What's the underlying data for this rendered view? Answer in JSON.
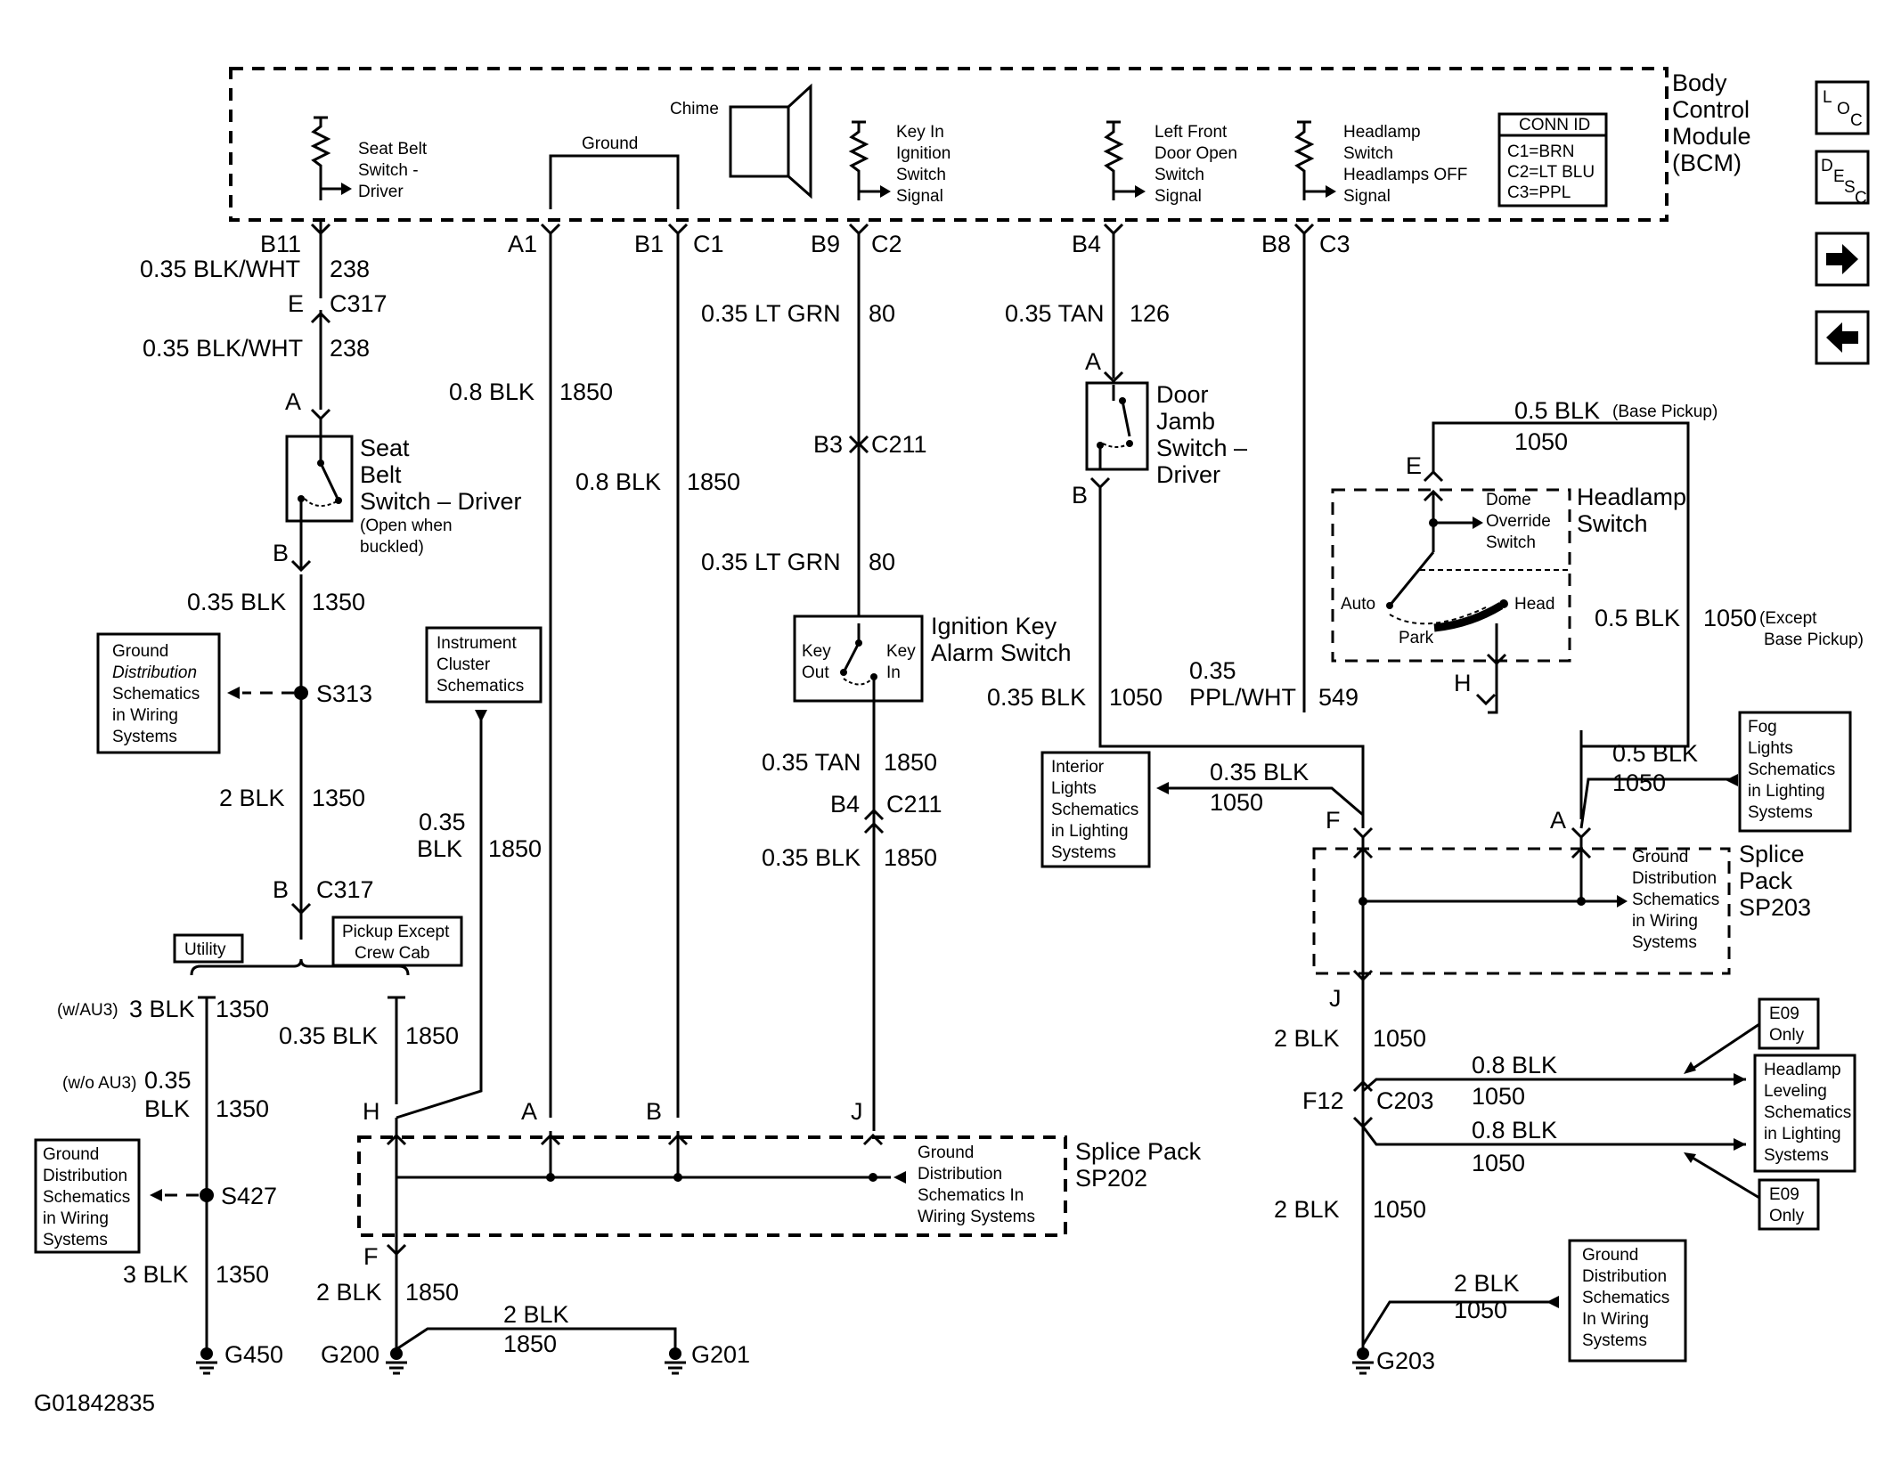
{
  "bcm": {
    "line1": "Body",
    "line2": "Control",
    "line3": "Module",
    "line4": "(BCM)"
  },
  "conn_id": {
    "title": "CONN ID",
    "c1": "C1=BRN",
    "c2": "C2=LT BLU",
    "c3": "C3=PPL"
  },
  "nav": {
    "loc": "LOC",
    "desc": "DESC"
  },
  "bcm_inputs": {
    "seat_belt": [
      "Seat Belt",
      "Switch -",
      "Driver"
    ],
    "ground": "Ground",
    "chime": "Chime",
    "key_in": [
      "Key In",
      "Ignition",
      "Switch",
      "Signal"
    ],
    "door": [
      "Left Front",
      "Door Open",
      "Switch",
      "Signal"
    ],
    "headlamp": [
      "Headlamp",
      "Switch",
      "Headlamps OFF",
      "Signal"
    ]
  },
  "pins": {
    "b11": "B11",
    "a1": "A1",
    "b1": "B1",
    "c1": "C1",
    "b9": "B9",
    "c2": "C2",
    "b4": "B4",
    "b8": "B8",
    "c3": "C3"
  },
  "circuit_left": {
    "w1": "0.35 BLK/WHT",
    "n1": "238",
    "pinE": "E",
    "c317": "C317",
    "w2": "0.35 BLK/WHT",
    "n2": "238",
    "pinA": "A",
    "switch": [
      "Seat",
      "Belt",
      "Switch – Driver"
    ],
    "switch_note": [
      "(Open when",
      "buckled)"
    ],
    "pinB": "B",
    "w3": "0.35 BLK",
    "n3": "1350",
    "s313": "S313",
    "gd1": [
      "Ground",
      "Distribution",
      "Schematics",
      "in Wiring",
      "Systems"
    ],
    "w4": "2 BLK",
    "n4": "1350",
    "pinB2": "B",
    "c317b": "C317",
    "utility": "Utility",
    "pickup": [
      "Pickup Except",
      "Crew Cab"
    ],
    "w5_opt": "(w/AU3)",
    "w5": "3 BLK",
    "n5": "1350",
    "w6_opt": "(w/o AU3)",
    "w6a": "0.35",
    "w6b": "BLK",
    "n6": "1350",
    "gd2": [
      "Ground",
      "Distribution",
      "Schematics",
      "in Wiring",
      "Systems"
    ],
    "s427": "S427",
    "w7": "3 BLK",
    "n7": "1350",
    "g450": "G450"
  },
  "circuit_mid": {
    "w1": "0.8 BLK",
    "n1": "1850",
    "w2": "0.8 BLK",
    "n2": "1850",
    "ic": [
      "Instrument",
      "Cluster",
      "Schematics"
    ],
    "w3a": "0.35",
    "w3b": "BLK",
    "n3": "1850",
    "w4": "0.35 BLK",
    "n4": "1850",
    "pinH": "H",
    "pinA": "A",
    "pinB": "B",
    "pinJ": "J",
    "pinF": "F",
    "sp202": [
      "Splice Pack",
      "SP202"
    ],
    "gd3": [
      "Ground",
      "Distribution",
      "Schematics In",
      "Wiring Systems"
    ],
    "w5": "2 BLK",
    "n5": "1850",
    "w6": "2 BLK",
    "n6": "1850",
    "g200": "G200",
    "g201": "G201"
  },
  "circuit_key": {
    "w1": "0.35 LT GRN",
    "n1": "80",
    "b3": "B3",
    "c211": "C211",
    "w2": "0.35 LT GRN",
    "n2": "80",
    "switch": [
      "Ignition Key",
      "Alarm Switch"
    ],
    "key_out": [
      "Key",
      "Out"
    ],
    "key_in": [
      "Key",
      "In"
    ],
    "w3": "0.35 TAN",
    "n3": "1850",
    "b4": "B4",
    "c211b": "C211",
    "w4": "0.35 BLK",
    "n4": "1850"
  },
  "circuit_door": {
    "w1": "0.35 TAN",
    "n1": "126",
    "pinA": "A",
    "switch": [
      "Door",
      "Jamb",
      "Switch –",
      "Driver"
    ],
    "pinB": "B",
    "w2": "0.35 BLK",
    "n2": "1050",
    "w3a": "0.35",
    "w3b": "PPL/WHT",
    "n3": "549"
  },
  "circuit_right": {
    "w1": "0.5 BLK",
    "w1_note": "(Base Pickup)",
    "n1": "1050",
    "pinE": "E",
    "dome": [
      "Dome",
      "Override",
      "Switch"
    ],
    "hs": [
      "Headlamp",
      "Switch"
    ],
    "auto": "Auto",
    "park": "Park",
    "head": "Head",
    "pinH": "H",
    "w2": "0.5 BLK",
    "n2": "1050",
    "w2_note": [
      "(Except",
      "Base Pickup)"
    ],
    "il": [
      "Interior",
      "Lights",
      "Schematics",
      "in Lighting",
      "Systems"
    ],
    "w3": "0.35 BLK",
    "n3": "1050",
    "pinF": "F",
    "pinA": "A",
    "w4": "0.5 BLK",
    "n4": "1050",
    "fog": [
      "Fog",
      "Lights",
      "Schematics",
      "in Lighting",
      "Systems"
    ],
    "sp203": [
      "Splice",
      "Pack",
      "SP203"
    ],
    "gd4": [
      "Ground",
      "Distribution",
      "Schematics",
      "in Wiring",
      "Systems"
    ],
    "pinJ": "J",
    "w5": "2 BLK",
    "n5": "1050",
    "f12": "F12",
    "c203": "C203",
    "w6": "0.8 BLK",
    "n6": "1050",
    "w7": "0.8 BLK",
    "n7": "1050",
    "e09a": [
      "E09",
      "Only"
    ],
    "hl": [
      "Headlamp",
      "Leveling",
      "Schematics",
      "in Lighting",
      "Systems"
    ],
    "e09b": [
      "E09",
      "Only"
    ],
    "w8": "2 BLK",
    "n8": "1050",
    "w9": "2 BLK",
    "n9": "1050",
    "gd5": [
      "Ground",
      "Distribution",
      "Schematics",
      "In Wiring",
      "Systems"
    ],
    "g203": "G203"
  },
  "figure_id": "G01842835"
}
